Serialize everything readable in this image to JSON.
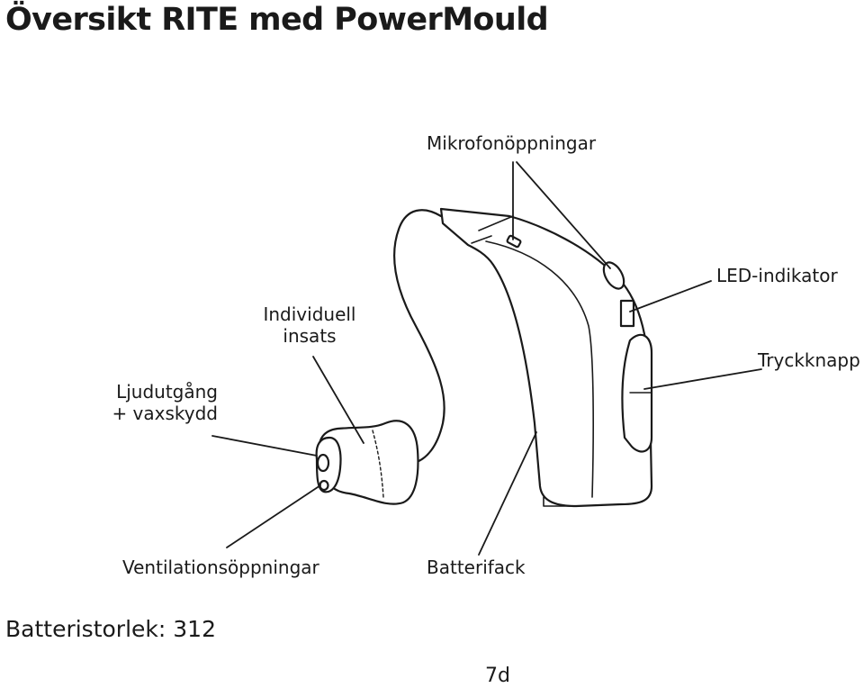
{
  "title": "Översikt RITE med PowerMould",
  "labels": {
    "microphone_openings": "Mikrofonöppningar",
    "led_indicator": "LED-indikator",
    "push_button": "Tryckknapp",
    "custom_insert_line1": "Individuell",
    "custom_insert_line2": "insats",
    "sound_outlet_line1": "Ljudutgång",
    "sound_outlet_line2": "+ vaxskydd",
    "vent_openings": "Ventilationsöppningar",
    "battery_compartment": "Batterifack"
  },
  "battery_size": "Batteristorlek: 312",
  "page_number": "7d"
}
